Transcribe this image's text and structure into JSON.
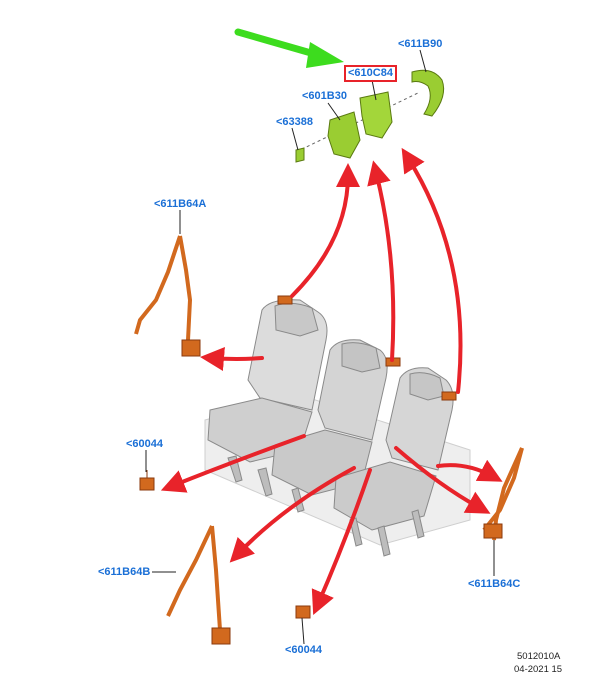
{
  "labels": {
    "cover_right": "<611B90",
    "bracket_center": "<610C84",
    "bracket_left": "<601B30",
    "screw": "<63388",
    "belt_left_outboard": "<611B64A",
    "buckle_upper": "<60044",
    "belt_center": "<611B64B",
    "buckle_lower": "<60044",
    "belt_right_outboard": "<611B64C"
  },
  "footer": {
    "code": "5012010A",
    "date": "04-2021 15"
  },
  "colors": {
    "label_blue": "#1a6fd6",
    "callout_arrow_red": "#e8232a",
    "pointer_arrow_green": "#3ddc1e",
    "bracket_green": "#9acd32",
    "belt_orange": "#d2691e",
    "seat_gray": "#d6d6d6"
  },
  "highlighted_label": "bracket_center"
}
